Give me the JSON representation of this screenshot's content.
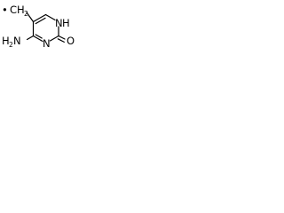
{
  "molecule": {
    "labels": {
      "radical_dot": "•",
      "methylene_carbon": "C",
      "methylene_h": "H",
      "methylene_h_count": "2",
      "ring_nh_n": "N",
      "ring_nh_h": "H",
      "amino_h": "H",
      "amino_h_count": "2",
      "amino_n": "N",
      "ring_n": "N",
      "oxygen": "O"
    },
    "colors": {
      "ink": "#000000",
      "background": "#ffffff"
    }
  }
}
